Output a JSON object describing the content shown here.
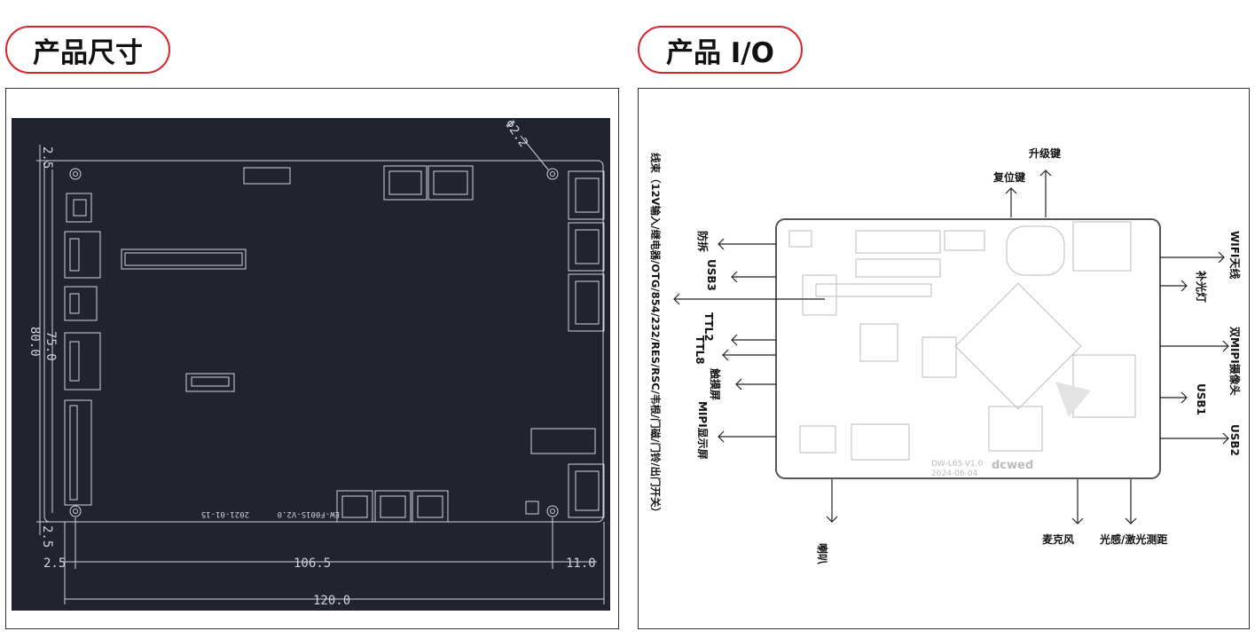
{
  "headers": {
    "dimensions": "产品尺寸",
    "io": "产品 I/O"
  },
  "colors": {
    "accent": "#d5242c",
    "cad_background": "#1f2430",
    "cad_lines": "#cfd3da"
  },
  "dimensions_drawing": {
    "dims": {
      "top_margin": "2.5",
      "bottom_margin": "2.5",
      "left_margin": "2.5",
      "total_height": "80.0",
      "hole_height": "75.0",
      "hole_width": "106.5",
      "right_offset": "11.0",
      "total_width": "120.0",
      "hole_dia": "Φ2.2"
    },
    "board_marks": {
      "date": "2021-01-15",
      "model": "EW-F001S-V2.0"
    }
  },
  "io_diagram": {
    "top_labels": {
      "upgrade": "升级键",
      "reset": "复位键"
    },
    "left_vertical": "线束（12V输入/继电器/OTG/854/232/RES/RSC/韦根/门磁/门铃/出门开关）",
    "left_labels": [
      "防拆",
      "USB3",
      "TTL2",
      "TTL8",
      "触摸屏",
      "MIPI显示屏"
    ],
    "right_labels": [
      "WIFI天线",
      "补光灯",
      "双MIPI摄像头",
      "USB1",
      "USB2"
    ],
    "bottom_labels": {
      "speaker": "喇叭",
      "mic": "麦克风",
      "sensor": "光感/激光测距"
    },
    "board_marks": {
      "model": "DW-L65-V1.0",
      "date": "2024-06-04",
      "brand": "dcwed"
    }
  }
}
